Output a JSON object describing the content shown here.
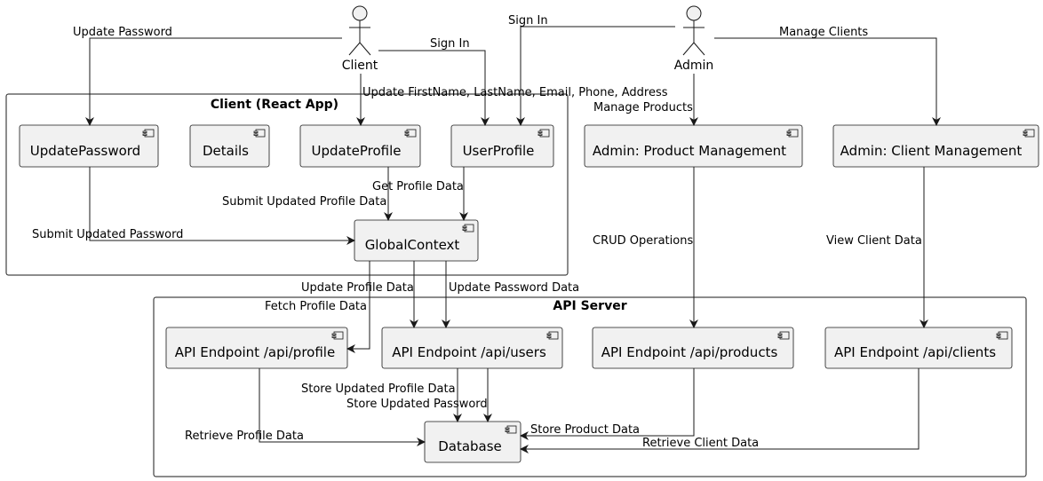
{
  "colors": {
    "component_fill": "#F1F1F1",
    "component_stroke": "#181818",
    "arrow": "#181818",
    "background": "#FFFFFF"
  },
  "actors": {
    "client": "Client",
    "admin": "Admin"
  },
  "packages": {
    "react_app": "Client (React App)",
    "api_server": "API Server"
  },
  "components": {
    "update_password": "UpdatePassword",
    "details": "Details",
    "update_profile": "UpdateProfile",
    "user_profile": "UserProfile",
    "global_context": "GlobalContext",
    "admin_products": "Admin: Product Management",
    "admin_clients": "Admin: Client Management",
    "api_profile": "API Endpoint /api/profile",
    "api_users": "API Endpoint /api/users",
    "api_products": "API Endpoint /api/products",
    "api_clients": "API Endpoint /api/clients",
    "database": "Database"
  },
  "edges": {
    "update_password": "Update Password",
    "client_sign_in": "Sign In",
    "admin_sign_in": "Sign In",
    "manage_clients": "Manage Clients",
    "update_fields": "Update FirstName, LastName, Email, Phone, Address",
    "manage_products": "Manage Products",
    "get_profile_data": "Get Profile Data",
    "submit_profile": "Submit Updated Profile Data",
    "submit_password": "Submit Updated Password",
    "crud": "CRUD Operations",
    "view_client_data": "View Client Data",
    "update_profile_data": "Update Profile Data",
    "update_password_data": "Update Password Data",
    "fetch_profile_data": "Fetch Profile Data",
    "store_profile": "Store Updated Profile Data",
    "store_password": "Store Updated Password",
    "store_product": "Store Product Data",
    "retrieve_profile": "Retrieve Profile Data",
    "retrieve_client": "Retrieve Client Data"
  }
}
